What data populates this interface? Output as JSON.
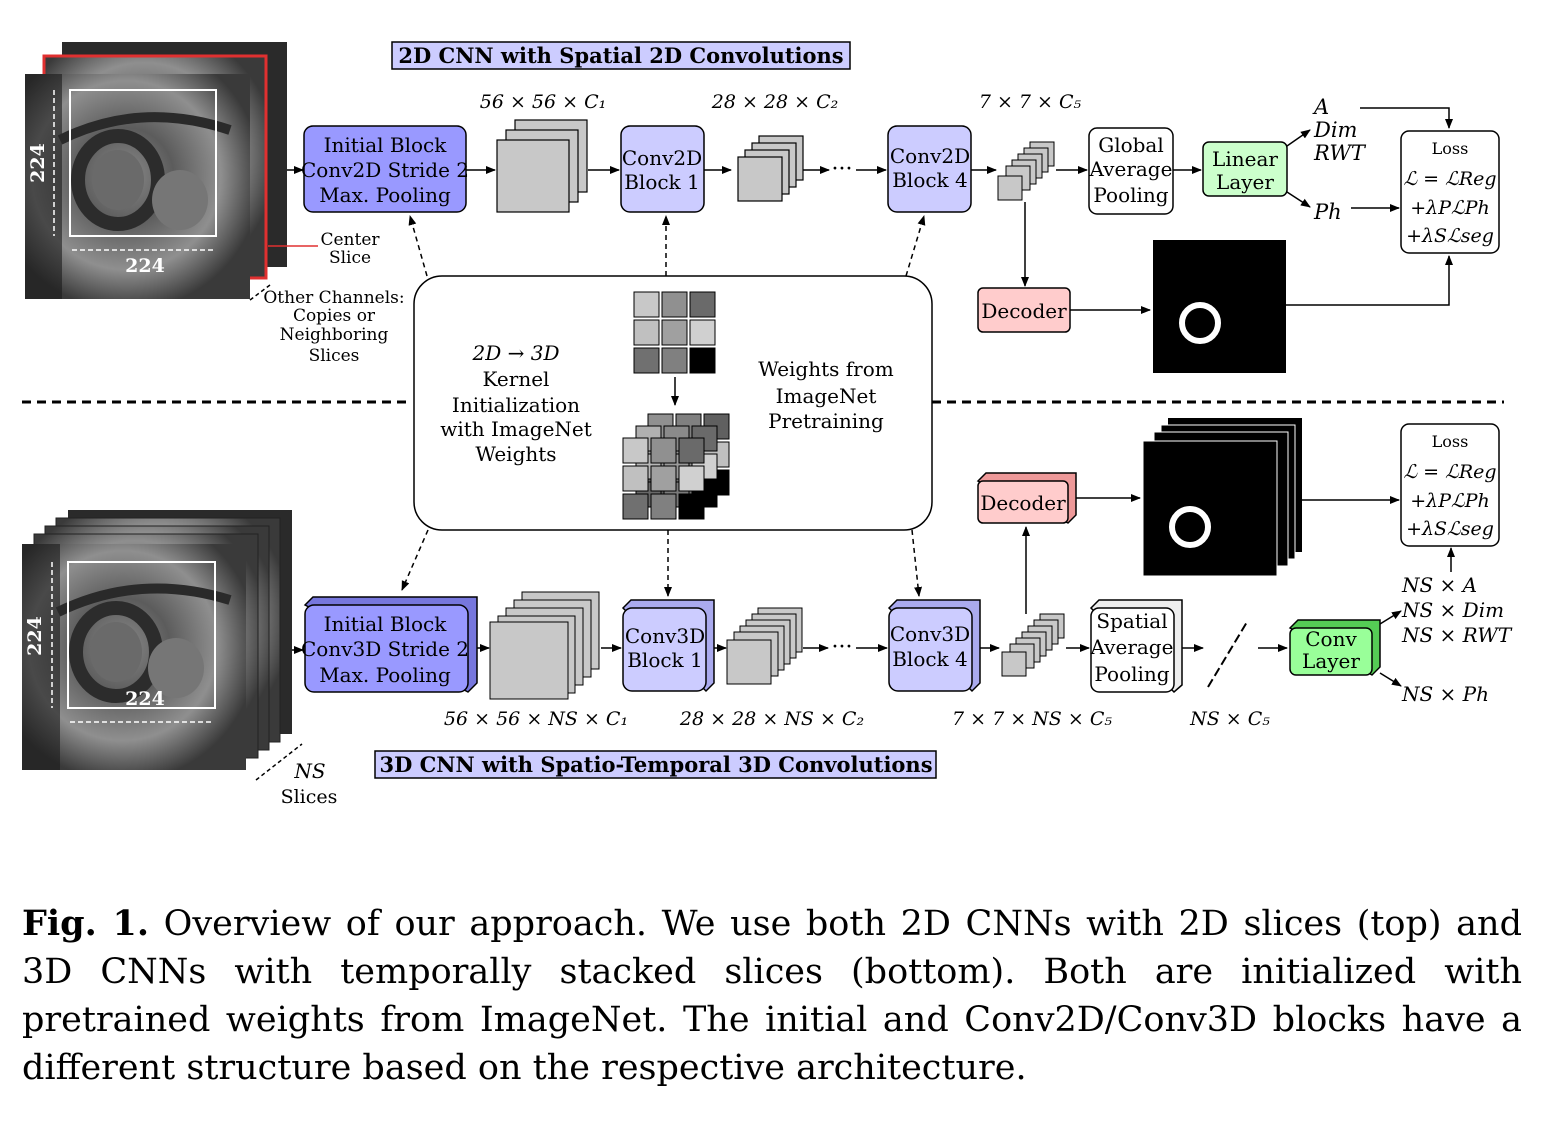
{
  "top": {
    "banner": "2D CNN with Spatial 2D Convolutions",
    "input_size_v": "224",
    "input_size_h": "224",
    "center_slice": [
      "Center",
      "Slice"
    ],
    "other_channels": [
      "Other Channels:",
      "Copies or",
      "Neighboring",
      "Slices"
    ],
    "initial_block": [
      "Initial Block",
      "Conv2D Stride 2",
      "Max. Pooling"
    ],
    "dim1": "56 × 56 × C₁",
    "block1": [
      "Conv2D",
      "Block 1"
    ],
    "dim2": "28 × 28 × C₂",
    "ellipsis": "···",
    "block4": [
      "Conv2D",
      "Block 4"
    ],
    "dim5": "7 × 7 × C₅",
    "gap": [
      "Global",
      "Average",
      "Pooling"
    ],
    "linear": [
      "Linear",
      "Layer"
    ],
    "outputs": [
      "A",
      "Dim",
      "RWT"
    ],
    "ph": "Ph",
    "loss_title": "Loss",
    "loss_lines": [
      "ℒ = ℒReg",
      "+λPℒPh",
      "+λSℒseg"
    ],
    "decoder": "Decoder"
  },
  "middle": {
    "kernel_text": [
      "2D → 3D",
      "Kernel",
      "Initialization",
      "with ImageNet",
      "Weights"
    ],
    "weights_text": [
      "Weights from",
      "ImageNet",
      "Pretraining"
    ]
  },
  "bottom": {
    "banner": "3D CNN with Spatio-Temporal 3D Convolutions",
    "input_size_v": "224",
    "input_size_h": "224",
    "ns_label": "NS",
    "slices_label": "Slices",
    "initial_block": [
      "Initial Block",
      "Conv3D Stride 2",
      "Max. Pooling"
    ],
    "dim1": "56 × 56 × NS × C₁",
    "block1": [
      "Conv3D",
      "Block 1"
    ],
    "dim2": "28 × 28 × NS × C₂",
    "ellipsis": "···",
    "block4": [
      "Conv3D",
      "Block 4"
    ],
    "dim5": "7 × 7 × NS × C₅",
    "sap": [
      "Spatial",
      "Average",
      "Pooling"
    ],
    "dim6": "NS × C₅",
    "conv": [
      "Conv",
      "Layer"
    ],
    "outputs": [
      "NS × A",
      "NS × Dim",
      "NS × RWT"
    ],
    "ph": "NS × Ph",
    "loss_title": "Loss",
    "loss_lines": [
      "ℒ = ℒReg",
      "+λPℒPh",
      "+λSℒseg"
    ],
    "decoder": "Decoder"
  },
  "caption": {
    "label": "Fig. 1.",
    "text": "Overview of our approach. We use both 2D CNNs with 2D slices (top) and 3D CNNs with temporally stacked slices (bottom). Both are initialized with pretrained weights from ImageNet. The initial and Conv2D/Conv3D blocks have a different structure based on the respective architecture."
  },
  "colors": {
    "initial_block": "#9999ff",
    "conv_block": "#ccccff",
    "linear_2d": "#ccffcc",
    "conv_3d": "#99ff99",
    "decoder": "#ffcccc",
    "center_slice_marker": "#e03030"
  }
}
